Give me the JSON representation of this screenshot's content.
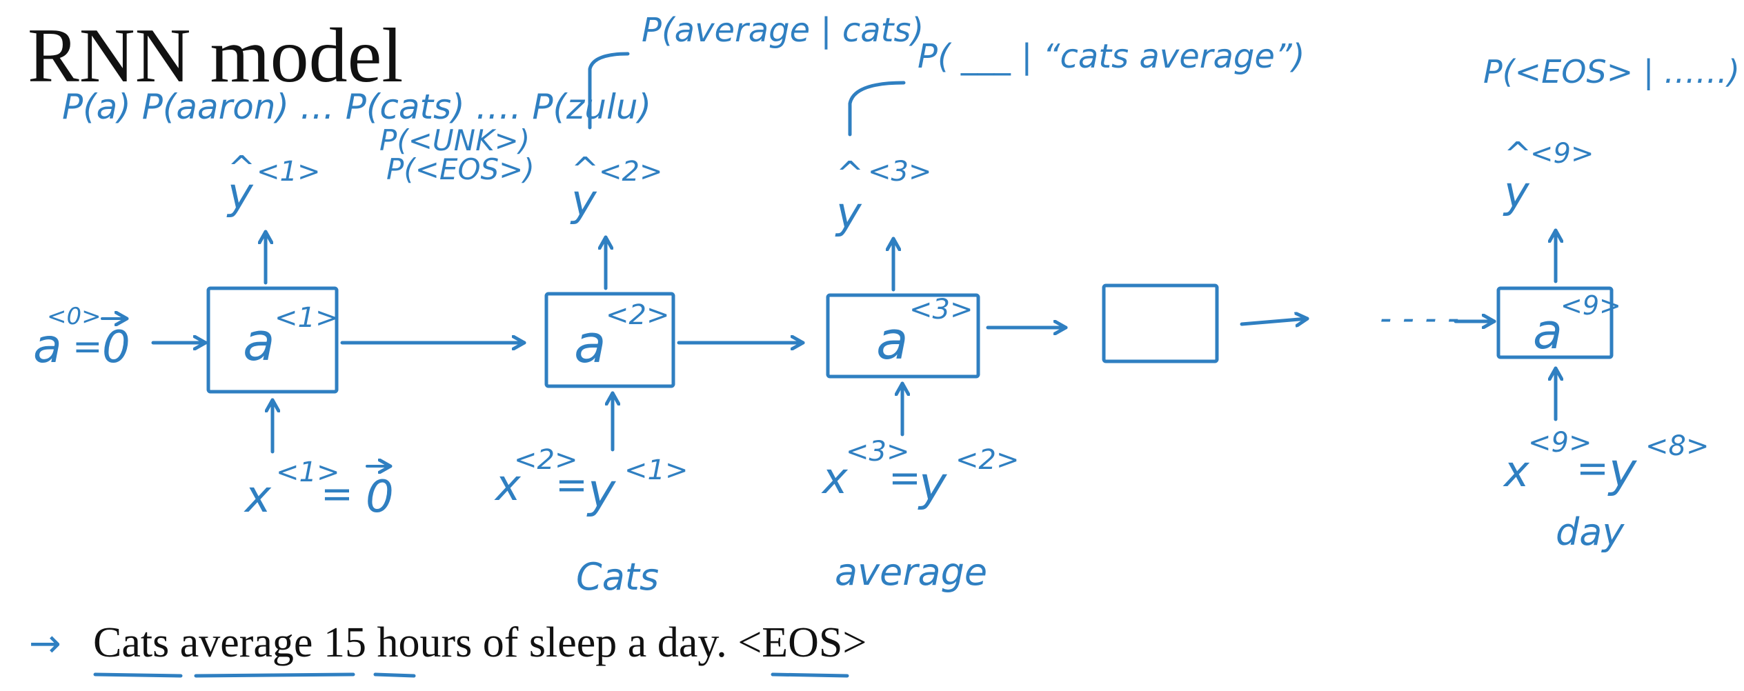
{
  "title": "RNN model",
  "colors": {
    "ink": "#2f7fc1",
    "text": "#111111"
  },
  "probs_row1": "P(a) P(aaron) … P(cats) …. P(zulu)",
  "probs_unk": "P(<UNK>)",
  "probs_eos": "P(<EOS>)",
  "step1": {
    "h": "a",
    "h_sup": "<1>",
    "y": "y",
    "y_sup": "<1>",
    "x_sup": "<1>"
  },
  "step2": {
    "h": "a",
    "h_sup": "<2>",
    "y": "y",
    "y_sup": "<2>",
    "prob": "P(average | cats)",
    "x_sup": "<2>",
    "yprev_sup": "<1>",
    "word": "Cats"
  },
  "step3": {
    "h": "a",
    "h_sup": "<3>",
    "y": "y",
    "y_sup": "<3>",
    "prob": "P( ___ | “cats average”)",
    "x_sup": "<3>",
    "yprev_sup": "<2>",
    "word": "average"
  },
  "step9": {
    "h": "a",
    "h_sup": "<9>",
    "y": "y",
    "y_sup": "<9>",
    "prob": "P(<EOS> | ……)",
    "x_sup": "<9>",
    "yprev_sup": "<8>",
    "word": "day"
  },
  "init": {
    "a": "a",
    "a_sup": "<0>",
    "eq": "=",
    "zero": "0"
  },
  "x_label": "x",
  "y_label": "y",
  "eq": "=",
  "zero": "0",
  "dots": "- - - -",
  "sentence": {
    "arrow": "→",
    "cats": "Cats",
    "average": "average",
    "fifteen": "15",
    "middle": "hours of sleep a",
    "day": "day.",
    "eos": "<EOS>"
  }
}
